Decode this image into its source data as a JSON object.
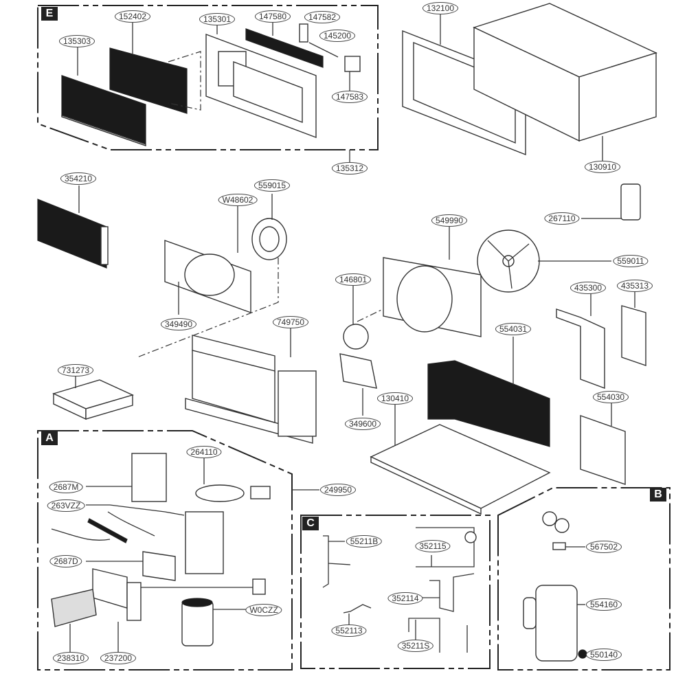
{
  "diagram": {
    "type": "exploded-parts-diagram",
    "sections": [
      {
        "id": "E",
        "label": "E"
      },
      {
        "id": "A",
        "label": "A"
      },
      {
        "id": "C",
        "label": "C"
      },
      {
        "id": "B",
        "label": "B"
      }
    ],
    "parts": {
      "p135303": "135303",
      "p152402": "152402",
      "p135301": "135301",
      "p147580": "147580",
      "p147582": "147582",
      "p145200": "145200",
      "p147583": "147583",
      "p135312": "135312",
      "p132100": "132100",
      "p130910": "130910",
      "p267110": "267110",
      "p354210": "354210",
      "p559015": "559015",
      "pW48602": "W48602",
      "p349490": "349490",
      "p549990": "549990",
      "p559011": "559011",
      "p146801": "146801",
      "p435300": "435300",
      "p435313": "435313",
      "p749750": "749750",
      "p554031": "554031",
      "p731273": "731273",
      "p349600": "349600",
      "p130410": "130410",
      "p554030": "554030",
      "p264110": "264110",
      "p249950": "249950",
      "p2687M": "2687M",
      "p263VZZ": "263VZZ",
      "p2687D": "2687D",
      "pW0CZZ": "W0CZZ",
      "p238310": "238310",
      "p237200": "237200",
      "p55211B": "55211B",
      "p352115": "352115",
      "p352114": "352114",
      "p552113": "552113",
      "p35211S": "35211S",
      "p567502": "567502",
      "p554160": "554160",
      "p550140": "550140"
    }
  }
}
